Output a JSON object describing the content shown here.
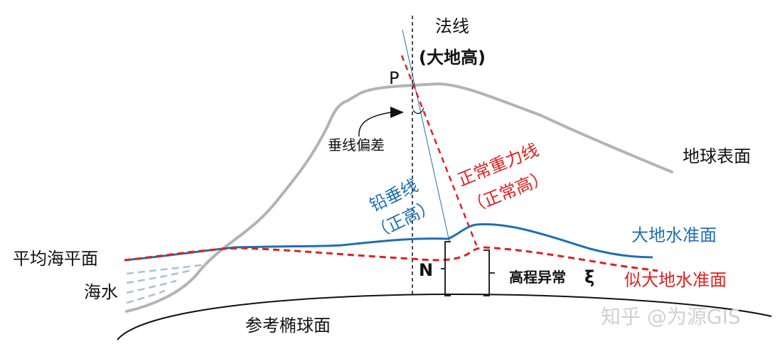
{
  "labels": {
    "normal_line": "法线",
    "geodetic_height": "(大地高)",
    "point_p": "P",
    "deflection": "垂线偏差",
    "earth_surface": "地球表面",
    "normal_gravity_line": "正常重力线",
    "normal_height": "（正常高）",
    "plumb_line": "铅垂线",
    "orthometric_height": "（正高）",
    "geoid": "大地水准面",
    "mean_sea_level": "平均海平面",
    "quasi_geoid": "似大地水准面",
    "sea_water": "海水",
    "n_label": "N",
    "height_anomaly": "高程异常",
    "xi": "ξ",
    "ellipsoid": "参考椭球面",
    "watermark": "知乎 @为源GIS"
  },
  "colors": {
    "terrain": "#b3b3b3",
    "blue": "#1f6fb2",
    "red": "#e02020",
    "sea": "#a9bfe0",
    "black": "#111111",
    "watermark": "#d0d0d0"
  }
}
